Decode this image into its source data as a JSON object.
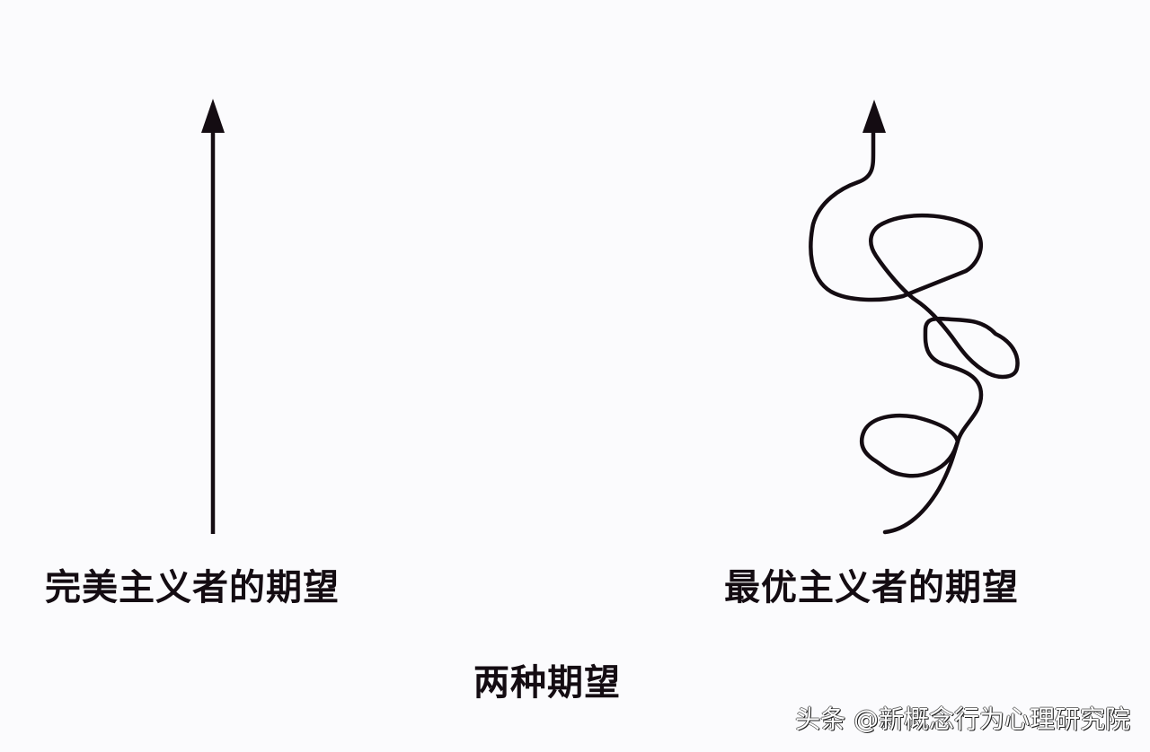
{
  "diagram": {
    "left": {
      "label": "完美主义者的期望",
      "arrow": "straight-up"
    },
    "right": {
      "label": "最优主义者的期望",
      "arrow": "winding-up"
    },
    "caption": "两种期望"
  },
  "watermark": {
    "text": "头条 @新概念行为心理研究院"
  },
  "colors": {
    "background": "#fbfbfd",
    "ink": "#140c12"
  }
}
